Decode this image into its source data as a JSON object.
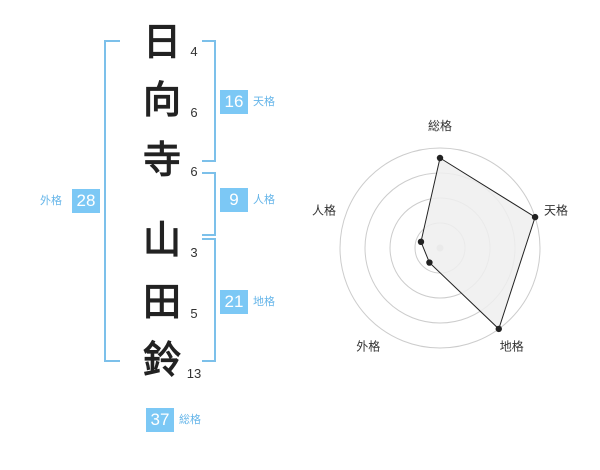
{
  "name_chars": [
    {
      "char": "日",
      "strokes": "4"
    },
    {
      "char": "向",
      "strokes": "6"
    },
    {
      "char": "寺",
      "strokes": "6"
    },
    {
      "char": "山",
      "strokes": "3"
    },
    {
      "char": "田",
      "strokes": "5"
    },
    {
      "char": "鈴",
      "strokes": "13"
    }
  ],
  "fortunes": {
    "tenkaku": {
      "value": "16",
      "label": "天格"
    },
    "jinkaku": {
      "value": "9",
      "label": "人格"
    },
    "chikaku": {
      "value": "21",
      "label": "地格"
    },
    "gaikaku": {
      "value": "28",
      "label": "外格"
    },
    "soukaku": {
      "value": "37",
      "label": "総格"
    }
  },
  "chart_data": {
    "type": "radar",
    "axes": [
      "総格",
      "天格",
      "地格",
      "外格",
      "人格"
    ],
    "values": [
      0.9,
      1.0,
      1.0,
      0.18,
      0.2
    ],
    "rings": 4,
    "colors": {
      "fill": "#eeeeee",
      "stroke": "#222222",
      "ring": "#cccccc",
      "dot": "#222222"
    }
  },
  "colors": {
    "accent": "#7cc8f5",
    "bracket": "#7cc0ea",
    "label": "#65b5e9"
  }
}
